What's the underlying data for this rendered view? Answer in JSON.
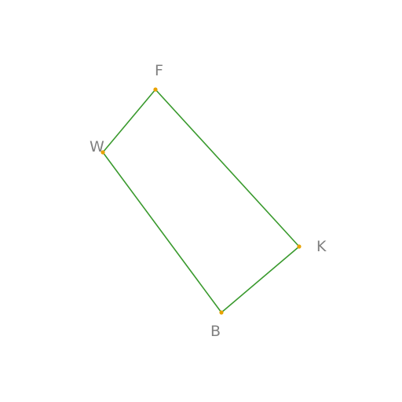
{
  "diagram": {
    "shape": "quadrilateral",
    "vertices": [
      {
        "label": "F"
      },
      {
        "label": "K"
      },
      {
        "label": "B"
      },
      {
        "label": "W"
      }
    ],
    "edges": [
      [
        "F",
        "K"
      ],
      [
        "K",
        "B"
      ],
      [
        "B",
        "W"
      ],
      [
        "W",
        "F"
      ]
    ],
    "colors": {
      "edge": "#3a9a2e",
      "vertex": "#e8a200",
      "label": "#808080",
      "background": "#ffffff"
    }
  }
}
